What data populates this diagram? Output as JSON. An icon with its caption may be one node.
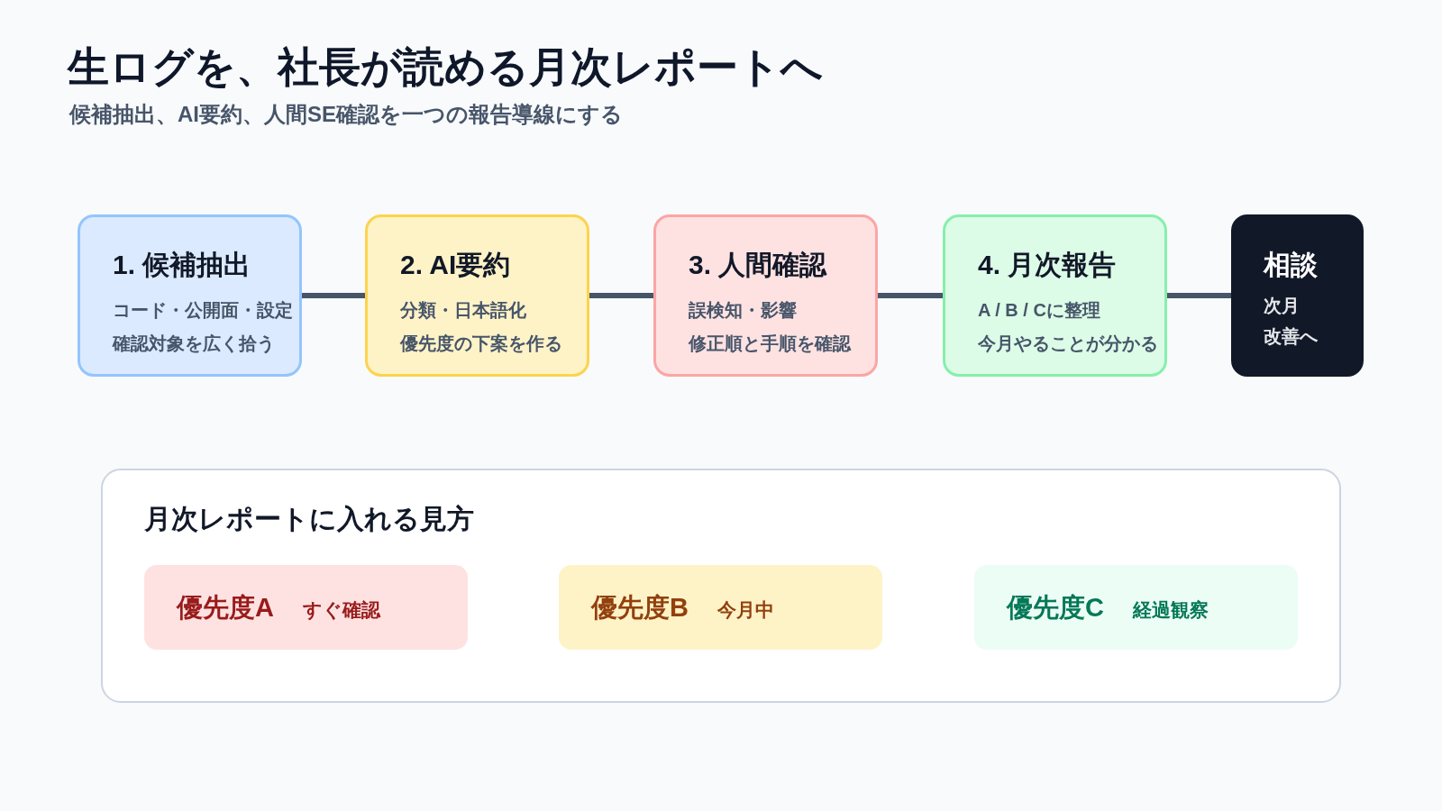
{
  "diagram": {
    "title": "生ログを、社長が読める月次レポートへ",
    "labels": [
      "候補抽出、AI要約、人間SE確認を一つの報告導線にする"
    ],
    "nodes": [
      {
        "text": [
          "1. 候補抽出",
          "コード・公開面・設定",
          "確認対象を広く拾う"
        ]
      },
      {
        "text": [
          "2. AI要約",
          "分類・日本語化",
          "優先度の下案を作る"
        ]
      },
      {
        "text": [
          "3. 人間確認",
          "誤検知・影響",
          "修正順と手順を確認"
        ]
      },
      {
        "text": [
          "4. 月次報告",
          "A / B / Cに整理",
          "今月やることが分かる"
        ]
      },
      {
        "text": [
          "相談",
          "次月",
          "改善へ"
        ]
      },
      {
        "text": [
          "月次レポートに入れる見方"
        ]
      },
      {
        "text": [
          "優先度A",
          "すぐ確認"
        ],
        "in": 5
      },
      {
        "text": [
          "優先度B",
          "今月中"
        ],
        "in": 5
      },
      {
        "text": [
          "優先度C",
          "経過観察"
        ],
        "in": 5
      }
    ],
    "edges": [
      {
        "from": 0,
        "to": 1,
        "arrow": "none"
      },
      {
        "from": 1,
        "to": 2,
        "arrow": "none"
      },
      {
        "from": 2,
        "to": 3,
        "arrow": "none"
      },
      {
        "from": 3,
        "to": 4,
        "arrow": "none"
      }
    ]
  }
}
